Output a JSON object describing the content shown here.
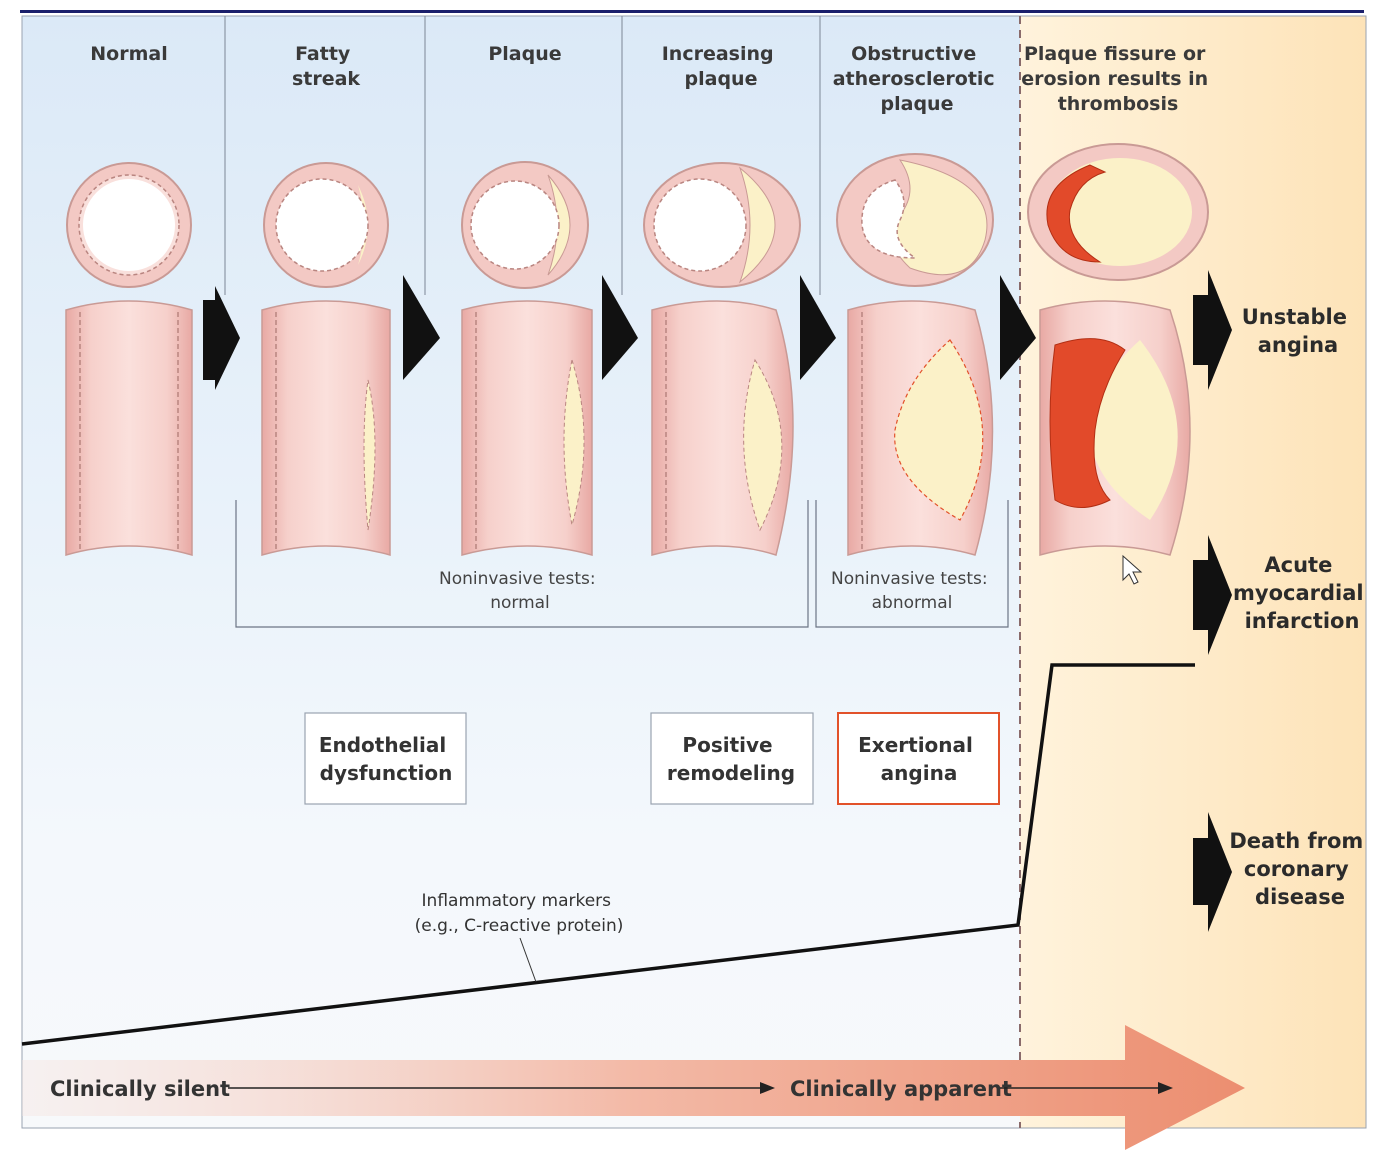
{
  "stages": [
    {
      "id": "normal",
      "title_lines": [
        "Normal"
      ]
    },
    {
      "id": "fatty-streak",
      "title_lines": [
        "Fatty",
        "streak"
      ]
    },
    {
      "id": "plaque",
      "title_lines": [
        "Plaque"
      ]
    },
    {
      "id": "increasing-plaque",
      "title_lines": [
        "Increasing",
        "plaque"
      ]
    },
    {
      "id": "obstructive",
      "title_lines": [
        "Obstructive",
        "atherosclerotic",
        "plaque"
      ]
    },
    {
      "id": "fissure",
      "title_lines": [
        "Plaque fissure or",
        "erosion results in",
        "thrombosis"
      ]
    }
  ],
  "tests": {
    "normal_lines": [
      "Noninvasive tests:",
      "normal"
    ],
    "abnormal_lines": [
      "Noninvasive tests:",
      "abnormal"
    ]
  },
  "boxes": {
    "endothelial_lines": [
      "Endothelial",
      "dysfunction"
    ],
    "remodeling_lines": [
      "Positive",
      "remodeling"
    ],
    "angina_lines": [
      "Exertional",
      "angina"
    ]
  },
  "outcomes": {
    "unstable_lines": [
      "Unstable",
      "angina"
    ],
    "ami_lines": [
      "Acute",
      "myocardial",
      "infarction"
    ],
    "death_lines": [
      "Death from",
      "coronary",
      "disease"
    ]
  },
  "markers_lines": [
    "Inflammatory markers",
    "(e.g., C-reactive protein)"
  ],
  "bottom": {
    "silent": "Clinically silent",
    "apparent": "Clinically apparent"
  },
  "colors": {
    "accent_border": "#e2522a",
    "frame": "#1a1f6b",
    "vessel_wall": "#f2c4bf",
    "plaque": "#fbf1c8",
    "thrombus": "#e24a2a"
  }
}
